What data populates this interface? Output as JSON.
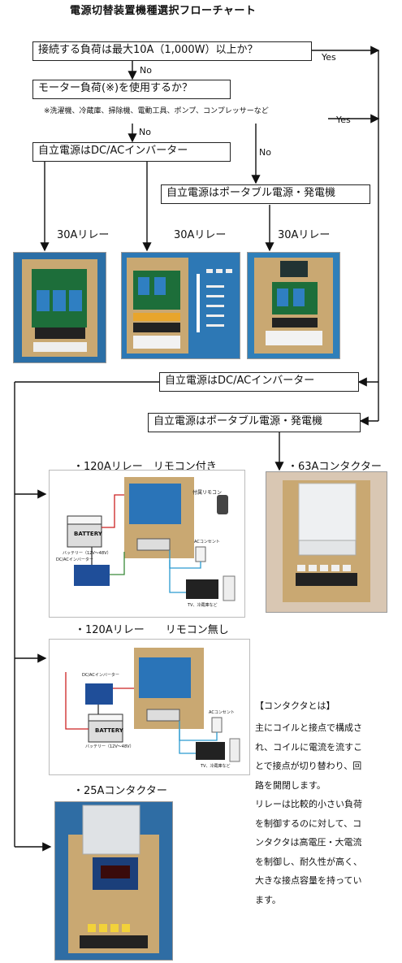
{
  "title": "電源切替装置機種選択フローチャート",
  "q1": "接続する負荷は最大10A（1,000W）以上か？",
  "q1_yes": "Yes",
  "q1_no": "No",
  "q2": "モーター負荷(※)を使用するか？",
  "q2_note": "※洗濯機、冷蔵庫、掃除機、電動工具、ポンプ、コンプレッサーなど",
  "q2_yes": "Yes",
  "q2_no": "No",
  "q2_no2": "No",
  "box_inverter": "自立電源はDC/ACインバーター",
  "box_portable": "自立電源はポータブル電源・発電機",
  "relay30": [
    "30Aリレー",
    "30Aリレー",
    "30Aリレー"
  ],
  "box_inverter2": "自立電源はDC/ACインバーター",
  "box_portable2": "自立電源はポータブル電源・発電機",
  "p120_remote": "・120Aリレー　リモコン付き",
  "p120_noremote": "・120Aリレー　　リモコン無し",
  "p63": "・63Aコンタクター",
  "p25": "・25Aコンタクター",
  "diagram1": {
    "remote": "付属リモコン",
    "battery": "BATTERY",
    "battery_caption": "バッテリー（12V～48V）",
    "inverter": "DC/ACインバーター",
    "outlet": "ACコンセント",
    "tv": "TV、冷蔵庫など"
  },
  "diagram2": {
    "inverter": "DC/ACインバーター",
    "battery": "BATTERY",
    "battery_caption": "バッテリー（12V～48V）",
    "outlet": "ACコンセント",
    "tv": "TV、冷蔵庫など"
  },
  "contactor_info": {
    "heading": "【コンタクタとは】",
    "lines": [
      "主にコイルと接点で構成さ",
      "れ、コイルに電流を流すこ",
      "とで接点が切り替わり、回",
      "路を開閉します。",
      "リレーは比較的小さい負荷",
      "を制御するのに対して、コ",
      "ンタクタは高電圧・大電流",
      "を制御し、耐久性が高く、",
      "大きな接点容量を持ってい",
      "ます。"
    ]
  }
}
